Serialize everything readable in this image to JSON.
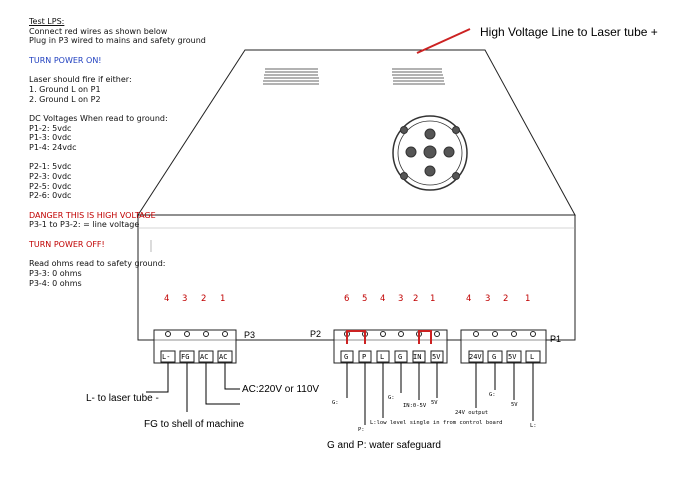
{
  "notes": {
    "title": "Test LPS:",
    "intro1": "Connect red wires as shown below",
    "intro2": "Plug in P3 wired to mains and safety ground",
    "turn_on": "TURN POWER ON!",
    "fire_head": "Laser should fire if either:",
    "fire1": "1. Ground L on P1",
    "fire2": "2. Ground L on P2",
    "dc_head": "DC Voltages When read to ground:",
    "p1_2": "P1-2: 5vdc",
    "p1_3": "P1-3: 0vdc",
    "p1_4": "P1-4: 24vdc",
    "p2_1": "P2-1: 5vdc",
    "p2_3": "P2-3: 0vdc",
    "p2_5": "P2-5: 0vdc",
    "p2_6": "P2-6: 0vdc",
    "danger": "DANGER THIS IS HIGH VOLTAGE",
    "p3_line": "P3-1 to P3-2: = line voltage",
    "turn_off": "TURN POWER OFF!",
    "ohms_head": "Read ohms read to safety ground:",
    "p3_3": "P3-3: 0 ohms",
    "p3_4": "P3-4: 0 ohms"
  },
  "hv_label": "High Voltage Line to Laser tube +",
  "pin_numbers": {
    "p3": [
      "4",
      "3",
      "2",
      "1"
    ],
    "p2": [
      "6",
      "5",
      "4",
      "3",
      "2",
      "1"
    ],
    "p1": [
      "4",
      "3",
      "2",
      "1"
    ]
  },
  "connectors": {
    "p3": {
      "name": "P3",
      "terminals": [
        "L-",
        "FG",
        "AC",
        "AC"
      ]
    },
    "p2": {
      "name": "P2",
      "terminals": [
        "G",
        "P",
        "L",
        "G",
        "IN",
        "5V"
      ]
    },
    "p1": {
      "name": "P1",
      "terminals": [
        "24V",
        "G",
        "5V",
        "L"
      ]
    }
  },
  "labels": {
    "laser_minus": "L- to laser tube -",
    "fg_shell": "FG to shell of machine",
    "ac": "AC:220V or 110V",
    "water": "G and P: water safeguard",
    "p2_g1": "G:",
    "p2_p": "P:",
    "p2_l": "L:low level single in from control board",
    "p2_g2": "G:",
    "p2_in": "IN:0-5V",
    "p2_5v": "5V",
    "p1_24v": "24V output",
    "p1_g": "G:",
    "p1_5v": "5V",
    "p1_l": "L:"
  },
  "colors": {
    "red": "#c00000",
    "blue": "#1f3fbf",
    "wire": "#cc2222"
  }
}
